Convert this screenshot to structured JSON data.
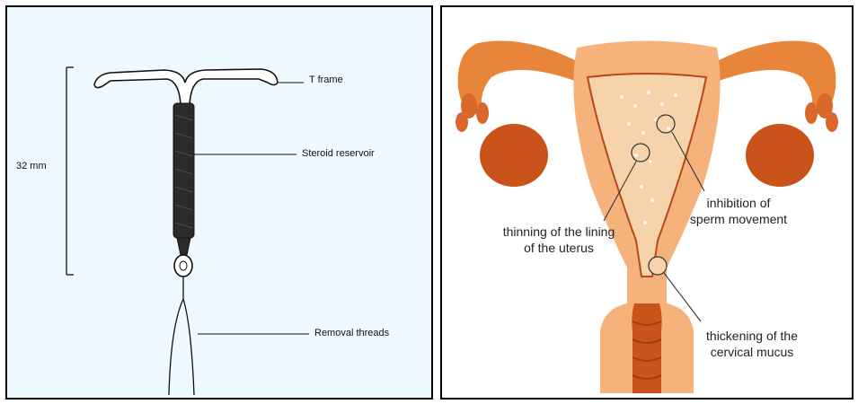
{
  "left_panel": {
    "dimension": "32 mm",
    "labels": {
      "t_frame": "T frame",
      "steroid_reservoir": "Steroid reservoir",
      "removal_threads": "Removal threads"
    }
  },
  "right_panel": {
    "labels": {
      "thinning_line1": "thinning of the lining",
      "thinning_line2": "of the uterus",
      "inhibition_line1": "inhibition of",
      "inhibition_line2": "sperm movement",
      "thickening_line1": "thickening of the",
      "thickening_line2": "cervical mucus"
    }
  },
  "colors": {
    "uterus_outer": "#e9853a",
    "uterus_light": "#f7c99c",
    "ovary": "#c9531b",
    "panel_left_bg": "#eefaff"
  }
}
